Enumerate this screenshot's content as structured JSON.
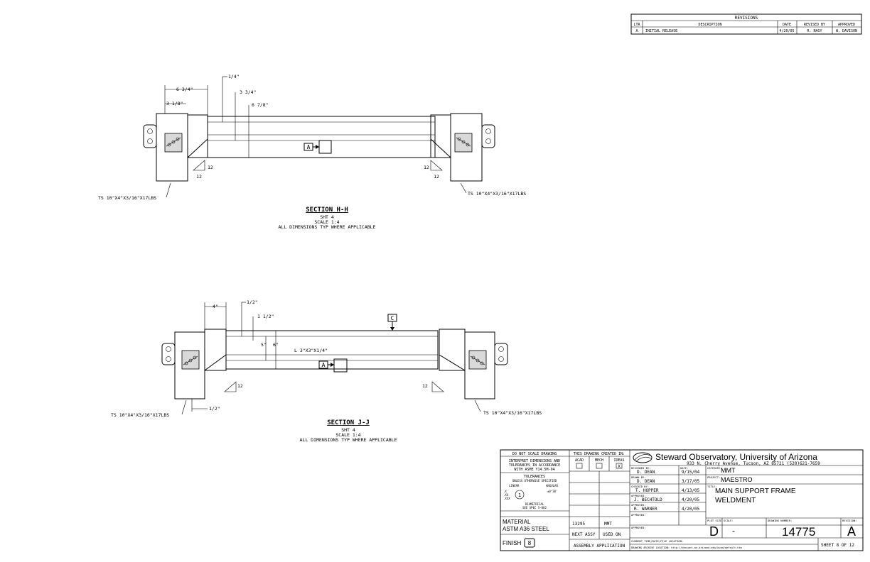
{
  "revisions": {
    "title": "REVISIONS",
    "headers": [
      "LTR",
      "DESCRIPTION",
      "DATE",
      "REVISED BY",
      "APPROVED"
    ],
    "rows": [
      [
        "A",
        "INITIAL RELEASE",
        "4/20/05",
        "R. NAGY",
        "W. DAVISON"
      ]
    ]
  },
  "section_hh": {
    "title": "SECTION H-H",
    "sht": "SHT 4",
    "scale": "SCALE 1:4",
    "note": "ALL DIMENSIONS TYP WHERE APPLICABLE",
    "dims": {
      "d1": "6 3/4\"",
      "d2": "3 1/8\"",
      "d3": "1/4\"",
      "d4": "3 3/4\"",
      "d5": "6 7/8\""
    },
    "datum": "A",
    "weld_left": "12",
    "weld_left_b": "12",
    "weld_right": "12",
    "weld_right_b": "12",
    "callout_left": "TS 10\"X4\"X3/16\"X17LBS",
    "callout_right": "TS 10\"X4\"X3/16\"X17LBS"
  },
  "section_jj": {
    "title": "SECTION J-J",
    "sht": "SHT 4",
    "scale": "SCALE 1:4",
    "note": "ALL DIMENSIONS TYP WHERE APPLICABLE",
    "dims": {
      "d1": "4\"",
      "d2": "1/2\"",
      "d3": "1 1/2\"",
      "d4": "5\"",
      "d5": "6\"",
      "d6": "1/2\""
    },
    "angle": "L 3\"X3\"X1/4\"",
    "datum_a": "A",
    "datum_c": "C",
    "weld_left": "12",
    "weld_right": "12",
    "callout_left": "TS 10\"X4\"X3/16\"X17LBS",
    "callout_right": "TS 10\"X4\"X3/16\"X17LBS"
  },
  "title_block": {
    "no_scale": "DO NOT SCALE DRAWING",
    "interpret": [
      "INTERPRET DIMENSIONS AND",
      "TOLERANCES IN ACCORDANCE",
      "WITH ASME Y14.5M-94"
    ],
    "tolerances": "TOLERANCES",
    "unless": "UNLESS OTHERWISE SPECIFIED",
    "linear": "LINEAR",
    "angular": "ANGULAR",
    "tol_x": ".X",
    "tol_xx": ".XX",
    "tol_xxx": ".XXX",
    "tol_angle": "±0°30'",
    "tol_class": "1",
    "diametrical": "DIAMETRICAL",
    "spec": "SEE SPEC S-002",
    "created_in": "THIS DRAWING CREATED IN:",
    "cad": [
      "ACAD",
      "MECH",
      "IDEAS"
    ],
    "cad_checked": "X",
    "material_label": "MATERIAL",
    "material": "ASTM A36 STEEL",
    "finish_label": "FINISH",
    "finish_value": "8",
    "next_assy_value": "13295",
    "used_on_value": "MMT",
    "next_assy": "NEXT ASSY",
    "used_on": "USED ON",
    "assembly_app": "ASSEMBLY APPLICATION",
    "org": "Steward Observatory, University of Arizona",
    "address": "933 N. Cherry Avenue, Tucson, AZ 85721  (520)621-7659",
    "designed_by_label": "DESIGNED BY:",
    "designed_by": "D. DEAN",
    "date_label": "DATE:",
    "designed_date": "9/15/04",
    "drawn_by_label": "DRAWN BY:",
    "drawn_by": "D. DEAN",
    "drawn_date": "3/17/05",
    "checked_by_label": "CHECKED BY:",
    "checked_by": "T. HOPPER",
    "checked_date": "4/13/05",
    "approved1_label": "APPROVED:",
    "approved1": "J. BECHTOLD",
    "approved1_date": "4/20/05",
    "approved2_label": "APPROVED:",
    "approved2": "R. WARNER",
    "approved2_date": "4/20/05",
    "approved3_label": "APPROVED:",
    "approved4_label": "APPROVED:",
    "category_label": "CATEGORY:",
    "category": "MMT",
    "project_label": "PROJECT:",
    "project": "MAESTRO",
    "title_label": "TITLE:",
    "title_line1": "MAIN SUPPORT FRAME",
    "title_line2": "WELDMENT",
    "plot_size_label": "PLOT SIZE",
    "plot_size": "D",
    "scale_label": "SCALE:",
    "scale_value": "-",
    "drawing_number_label": "DRAWING NUMBER:",
    "drawing_number": "14775",
    "revision_label": "REVISION:",
    "revision": "A",
    "current_time_label": "CURRENT TIME/DATE/FILE LOCATION:",
    "archive_label": "DRAWING ARCHIVE LOCATION: http://deviant.as.arizona.edu/ocad/default.htm",
    "sheet": "SHEET 8 OF 12"
  }
}
